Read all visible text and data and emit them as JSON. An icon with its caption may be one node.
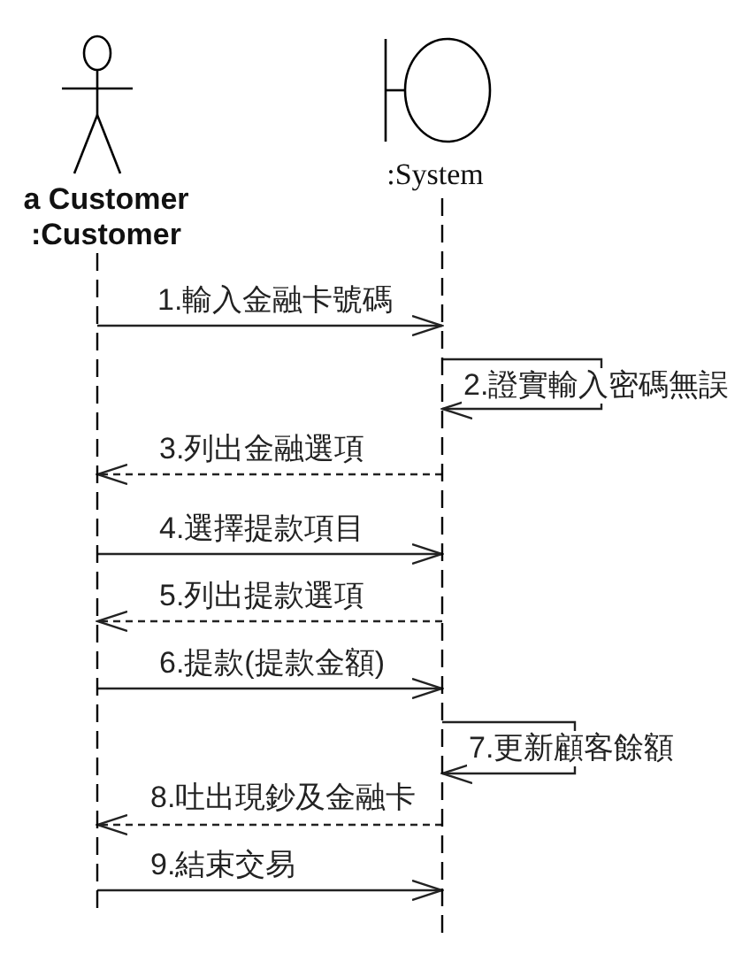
{
  "diagram": {
    "nodes": [
      {
        "text": [
          "a Customer :Customer"
        ]
      },
      {
        "text": [
          ":System"
        ]
      }
    ],
    "edges": [
      {
        "from": 0,
        "to": 1,
        "arrow": "to",
        "label": "1.輸入金融卡號碼"
      },
      {
        "from": 1,
        "to": 1,
        "arrow": "to",
        "label": "2.證實輸入密碼無誤"
      },
      {
        "from": 1,
        "to": 0,
        "arrow": "to",
        "label": "3.列出金融選項",
        "style": "dashed"
      },
      {
        "from": 0,
        "to": 1,
        "arrow": "to",
        "label": "4.選擇提款項目"
      },
      {
        "from": 1,
        "to": 0,
        "arrow": "to",
        "label": "5.列出提款選項",
        "style": "dashed"
      },
      {
        "from": 0,
        "to": 1,
        "arrow": "to",
        "label": "6.提款(提款金額)"
      },
      {
        "from": 1,
        "to": 1,
        "arrow": "to",
        "label": "7.更新顧客餘額"
      },
      {
        "from": 1,
        "to": 0,
        "arrow": "to",
        "label": "8.吐出現鈔及金融卡",
        "style": "dashed"
      },
      {
        "from": 0,
        "to": 1,
        "arrow": "to",
        "label": "9.結束交易"
      }
    ]
  }
}
